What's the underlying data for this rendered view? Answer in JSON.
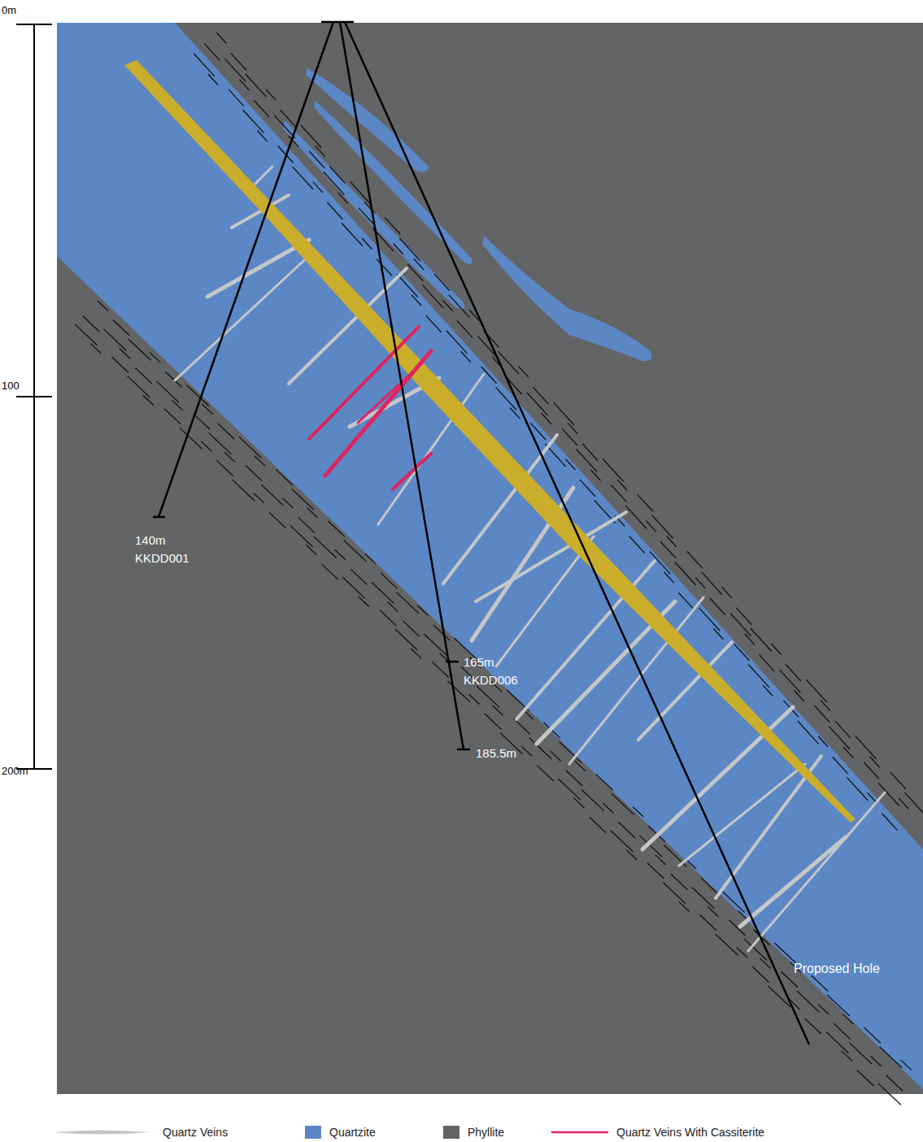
{
  "diagram": {
    "labels": [
      "0m",
      "100",
      "200m",
      "140m",
      "KKDD001",
      "165m",
      "KKDD006",
      "185.5m",
      "Proposed Hole"
    ],
    "legend": [
      {
        "text": "Quartz Veins"
      },
      {
        "text": "Quartzite",
        "color": "#5b87c5"
      },
      {
        "text": "Phyllite",
        "color": "#636466"
      },
      {
        "text": "Quartz Veins With Cassiterite"
      }
    ]
  }
}
